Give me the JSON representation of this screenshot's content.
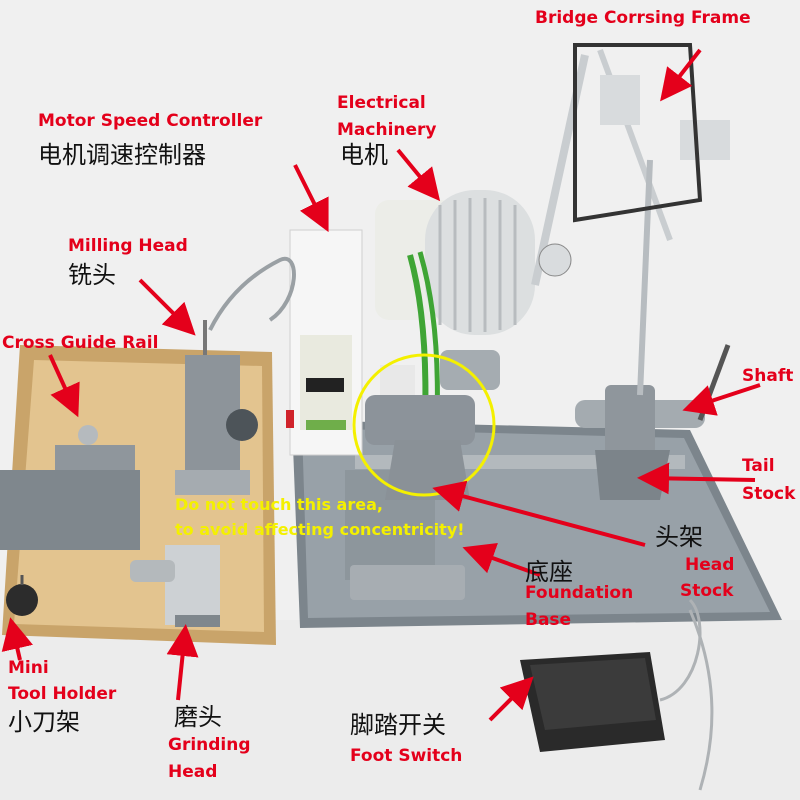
{
  "labels": {
    "bridge_frame": "Bridge Corrsing Frame",
    "motor_controller_en": "Motor Speed Controller",
    "motor_controller_cn": "电机调速控制器",
    "electrical_machinery_en_1": "Electrical",
    "electrical_machinery_en_2": "Machinery",
    "electrical_machinery_cn": "电机",
    "milling_head_en": "Milling Head",
    "milling_head_cn": "铣头",
    "cross_guide_rail": "Cross Guide Rail",
    "shaft": "Shaft",
    "tail_stock_1": "Tail",
    "tail_stock_2": "Stock",
    "head_stock_cn": "头架",
    "head_stock_en_1": "Head",
    "head_stock_en_2": "Stock",
    "foundation_cn": "底座",
    "foundation_en_1": "Foundation",
    "foundation_en_2": "Base",
    "mini_tool_en_1": "Mini",
    "mini_tool_en_2": "Tool Holder",
    "mini_tool_cn": "小刀架",
    "grinding_head_cn": "磨头",
    "grinding_head_en_1": "Grinding",
    "grinding_head_en_2": "Head",
    "foot_switch_cn": "脚踏开关",
    "foot_switch_en": "Foot Switch",
    "warning_1": "Do not touch this area,",
    "warning_2": "to avoid affecting concentricity!"
  },
  "colors": {
    "label_red": "#e4001b",
    "warning_yellow": "#f4f000",
    "wood_tray": "#d9b77e",
    "machine_table": "#8e969c",
    "belt_green": "#3fa535"
  }
}
